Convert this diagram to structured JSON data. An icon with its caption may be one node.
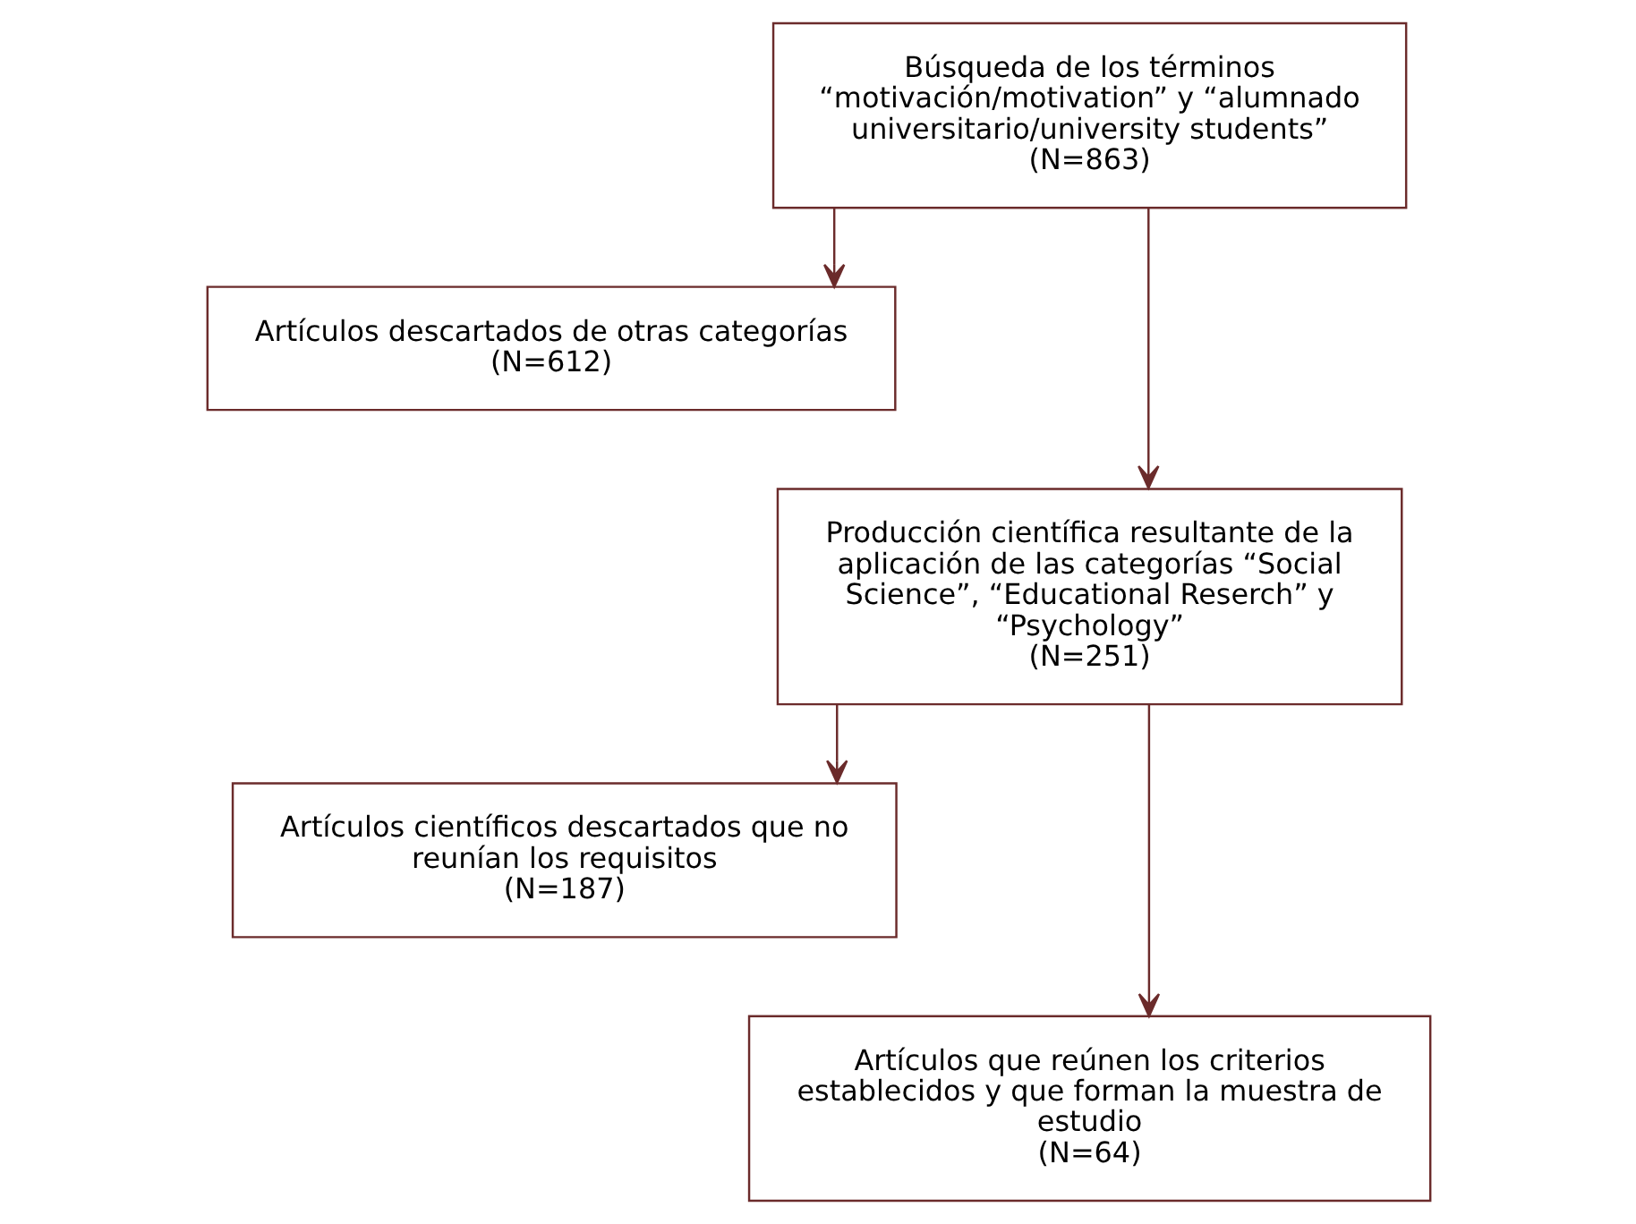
{
  "diagram": {
    "nodes": [
      {
        "text": [
          "Búsqueda de los términos “motivación/motivation” y “alumnado universitario/university students”",
          "(N=863)"
        ]
      },
      {
        "text": [
          "Artículos descartados de otras categorías",
          "(N=612)"
        ]
      },
      {
        "text": [
          "Producción científica resultante de la aplicación de las categorías “Social Science”, “Educational Reserch” y “Psychology”",
          "(N=251)"
        ]
      },
      {
        "text": [
          "Artículos científicos descartados que no reunían los requisitos",
          "(N=187)"
        ]
      },
      {
        "text": [
          "Artículos que reúnen los criterios establecidos y que forman la muestra de estudio",
          "(N=64)"
        ]
      }
    ],
    "edges": [
      {
        "from": 0,
        "to": 2,
        "arrow": "to"
      },
      {
        "from": 0,
        "to": 1,
        "arrow": "to"
      },
      {
        "from": 2,
        "to": 4,
        "arrow": "to"
      },
      {
        "from": 2,
        "to": 3,
        "arrow": "to"
      }
    ]
  }
}
